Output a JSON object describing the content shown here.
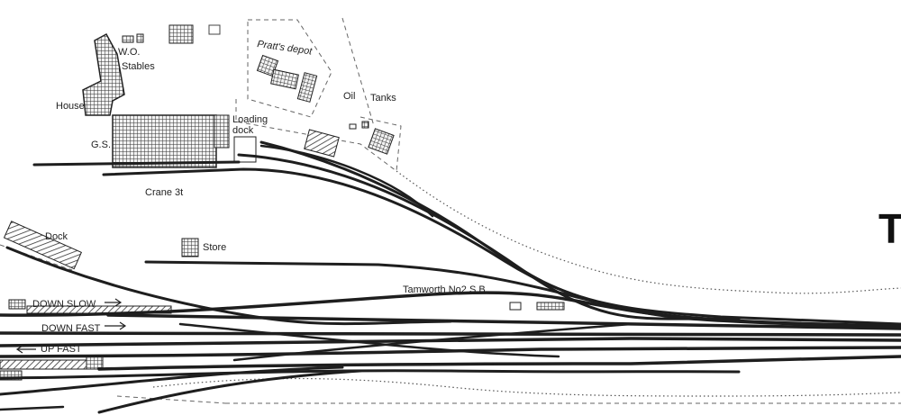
{
  "labels": {
    "wo": "W.O.",
    "stables": "Stables",
    "house": "House",
    "gs": "G.S.",
    "loading": "Loading",
    "dock_small": "dock",
    "pratts_depot": "Pratt's depot",
    "oil": "Oil",
    "tanks": "Tanks",
    "crane": "Crane 3t",
    "dock": "Dock",
    "store": "Store",
    "signal_box": "Tamworth No2 S.B.",
    "down_slow": "DOWN SLOW",
    "down_fast": "DOWN FAST",
    "up_fast": "UP FAST",
    "edge_letter": "T"
  },
  "colors": {
    "track": "#1e1e1e",
    "building_hatch": "#333333",
    "background": "#ffffff"
  }
}
